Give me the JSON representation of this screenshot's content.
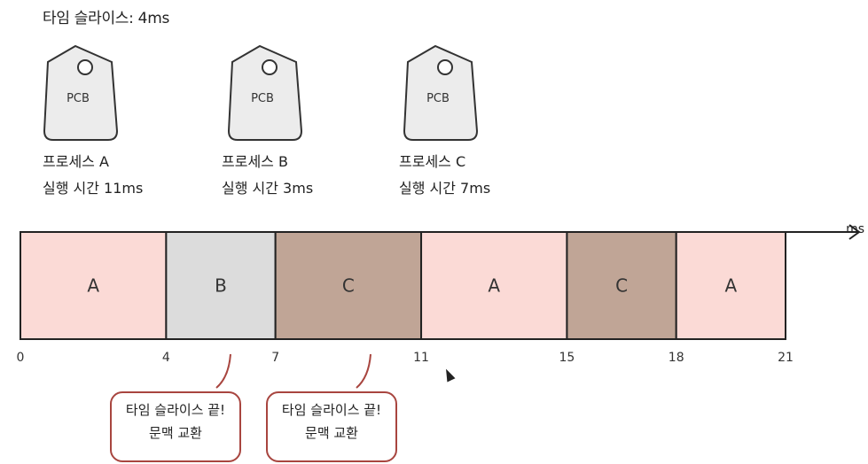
{
  "title": "타임 슬라이스: 4ms",
  "tag_text": "PCB",
  "processes": [
    {
      "name": "프로세스 A",
      "runtime": "실행 시간 11ms"
    },
    {
      "name": "프로세스 B",
      "runtime": "실행 시간 3ms"
    },
    {
      "name": "프로세스 C",
      "runtime": "실행 시간 7ms"
    }
  ],
  "timeline": {
    "unit": "ms",
    "segments": [
      {
        "label": "A",
        "start": 0,
        "end": 4,
        "color": "#fbdad6"
      },
      {
        "label": "B",
        "start": 4,
        "end": 7,
        "color": "#dcdcdc"
      },
      {
        "label": "C",
        "start": 7,
        "end": 11,
        "color": "#c0a596"
      },
      {
        "label": "A",
        "start": 11,
        "end": 15,
        "color": "#fbdad6"
      },
      {
        "label": "C",
        "start": 15,
        "end": 18,
        "color": "#c0a596"
      },
      {
        "label": "A",
        "start": 18,
        "end": 21,
        "color": "#fbdad6"
      }
    ],
    "ticks": [
      "0",
      "4",
      "7",
      "11",
      "15",
      "18",
      "21"
    ]
  },
  "callouts": [
    {
      "line1": "타임 슬라이스 끝!",
      "line2": "문맥 교환"
    },
    {
      "line1": "타임 슬라이스 끝!",
      "line2": "문맥 교환"
    }
  ]
}
